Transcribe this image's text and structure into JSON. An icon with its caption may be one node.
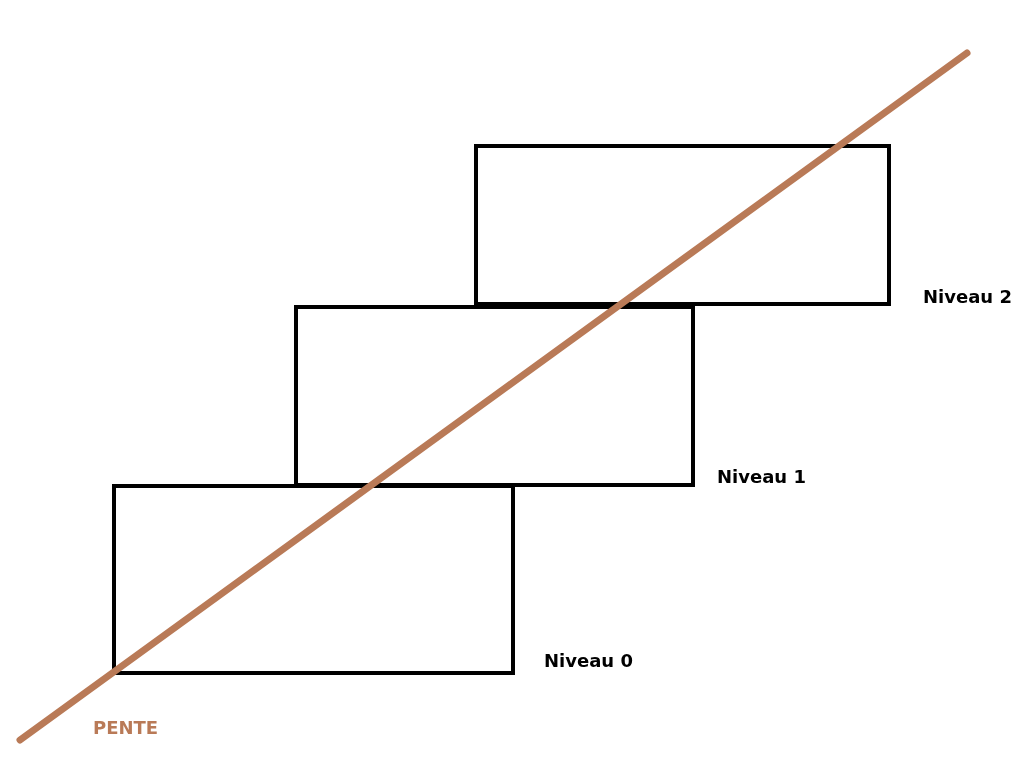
{
  "diagram": {
    "nodes": [
      {
        "text": [],
        "shape": "box",
        "beside": [
          "Niveau 2"
        ]
      },
      {
        "text": [],
        "shape": "box",
        "beside": [
          "Niveau 1"
        ]
      },
      {
        "text": [],
        "shape": "box",
        "beside": [
          "Niveau 0"
        ]
      }
    ],
    "labels": [
      "PENTE"
    ]
  }
}
